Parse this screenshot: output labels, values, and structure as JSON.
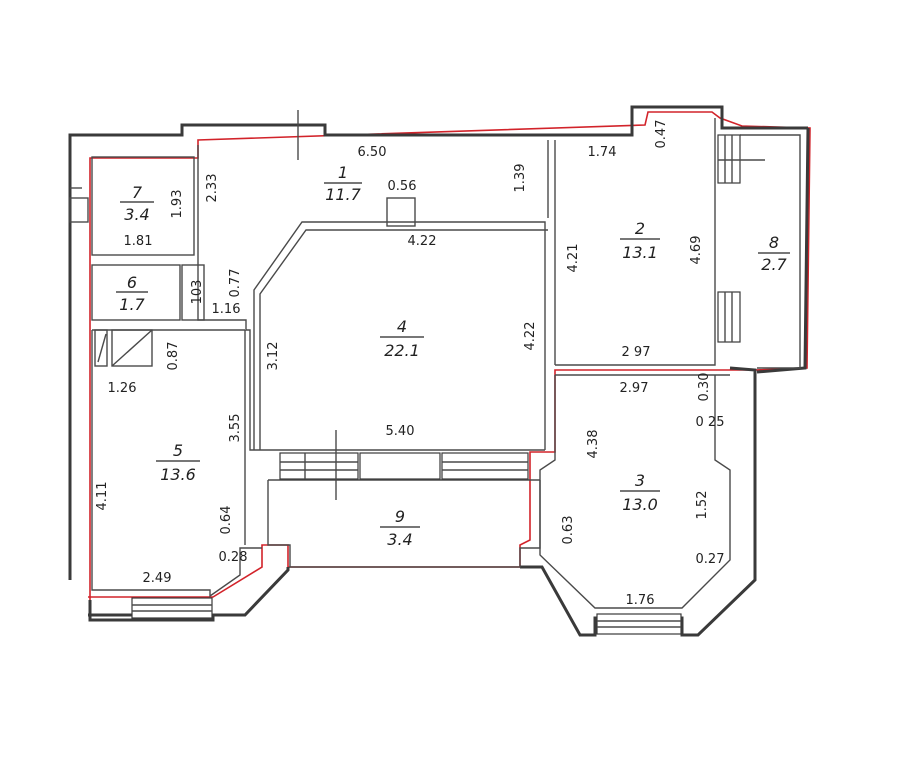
{
  "rooms": [
    {
      "id": "1",
      "number": "1",
      "area": "11.7"
    },
    {
      "id": "2",
      "number": "2",
      "area": "13.1"
    },
    {
      "id": "3",
      "number": "3",
      "area": "13.0"
    },
    {
      "id": "4",
      "number": "4",
      "area": "22.1"
    },
    {
      "id": "5",
      "number": "5",
      "area": "13.6"
    },
    {
      "id": "6",
      "number": "6",
      "area": "1.7"
    },
    {
      "id": "7",
      "number": "7",
      "area": "3.4"
    },
    {
      "id": "8",
      "number": "8",
      "area": "2.7"
    },
    {
      "id": "9",
      "number": "9",
      "area": "3.4"
    }
  ],
  "dimensions": {
    "d650": "6.50",
    "d139": "1.39",
    "d174": "1.74",
    "d047": "0.47",
    "d056": "0.56",
    "d233": "2.33",
    "d193": "1.93",
    "d181": "1.81",
    "d422_top": "4.22",
    "d421": "4.21",
    "d469": "4.69",
    "d103": "103",
    "d077": "0.77",
    "d116": "1.16",
    "d087": "0.87",
    "d126": "1.26",
    "d312": "3.12",
    "d422_right": "4.22",
    "d297_a": "2 97",
    "d297_b": "2.97",
    "d030": "0.30",
    "d025": "0 25",
    "d438": "4.38",
    "d355": "3.55",
    "d540": "5.40",
    "d411": "4.11",
    "d064": "0.64",
    "d028": "0.28",
    "d249": "2.49",
    "d063": "0.63",
    "d152": "1.52",
    "d027": "0.27",
    "d176": "1.76"
  },
  "colors": {
    "wall": "#3a3a3a",
    "outline": "#d2232a"
  }
}
